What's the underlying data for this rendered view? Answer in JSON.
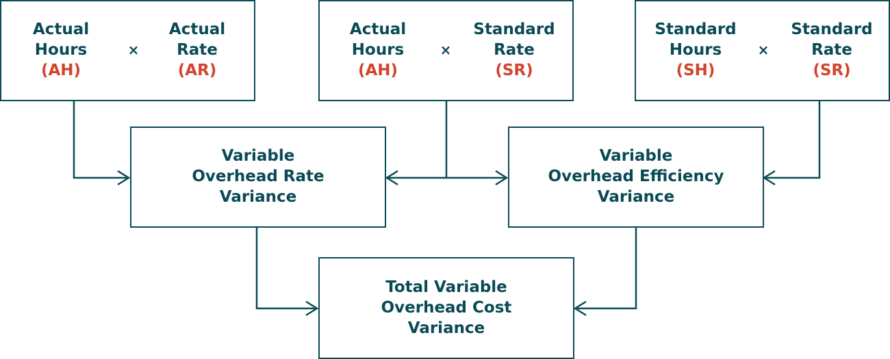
{
  "colors": {
    "primary": "#0a4a55",
    "accent": "#d2442d"
  },
  "operator_symbol": "×",
  "input_boxes": [
    {
      "left": {
        "line1": "Actual",
        "line2": "Hours",
        "abbr": "(AH)"
      },
      "right": {
        "line1": "Actual",
        "line2": "Rate",
        "abbr": "(AR)"
      }
    },
    {
      "left": {
        "line1": "Actual",
        "line2": "Hours",
        "abbr": "(AH)"
      },
      "right": {
        "line1": "Standard",
        "line2": "Rate",
        "abbr": "(SR)"
      }
    },
    {
      "left": {
        "line1": "Standard",
        "line2": "Hours",
        "abbr": "(SH)"
      },
      "right": {
        "line1": "Standard",
        "line2": "Rate",
        "abbr": "(SR)"
      }
    }
  ],
  "variances": {
    "rate": {
      "line1": "Variable",
      "line2": "Overhead Rate",
      "line3": "Variance"
    },
    "efficiency": {
      "line1": "Variable",
      "line2": "Overhead Efficiency",
      "line3": "Variance"
    },
    "total": {
      "line1": "Total Variable",
      "line2": "Overhead Cost",
      "line3": "Variance"
    }
  }
}
